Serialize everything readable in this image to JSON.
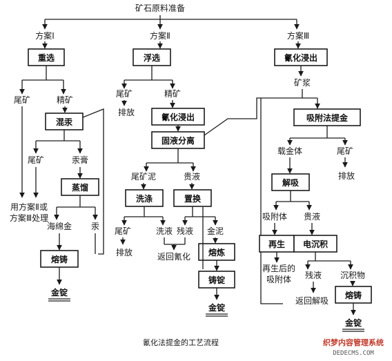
{
  "title": "矿石原料准备",
  "caption": "氰化法提金的工艺流程",
  "watermark": {
    "line1": "织梦内容管理系统",
    "line2": "DEDECMS.COM"
  },
  "scheme1": {
    "label": "方案Ⅰ",
    "gravity": "重选",
    "tailings": "尾矿",
    "concentrate": "精矿",
    "amalgamation": "混汞",
    "tailings2": "尾矿",
    "amalgam": "汞膏",
    "distill": "蒸馏",
    "use_for_line1": "用方案Ⅱ或",
    "use_for_line2": "方案Ⅲ处理",
    "sponge_gold": "海绵金",
    "mercury": "汞",
    "casting": "熔铸",
    "gold_ingot": "金锭"
  },
  "scheme2": {
    "label": "方案Ⅱ",
    "flotation": "浮选",
    "tailings": "尾矿",
    "concentrate": "精矿",
    "discharge": "排放",
    "cyanide_leach": "氰化浸出",
    "solid_liquid": "固液分离",
    "tail_mud": "尾矿泥",
    "pregnant": "贵液",
    "washing": "洗涤",
    "replacement": "置换",
    "tailings2": "尾矿",
    "wash_liquid": "洗液",
    "residue": "残液",
    "gold_mud": "金泥",
    "discharge2": "排放",
    "return_cyanide": "返回氰化",
    "smelting": "熔炼",
    "casting": "铸锭",
    "gold_ingot": "金锭"
  },
  "scheme3": {
    "label": "方案Ⅲ",
    "cyanide_leach": "氰化浸出",
    "slurry": "矿浆",
    "adsorption": "吸附法提金",
    "loaded": "载金体",
    "tailings": "尾矿",
    "discharge": "排放",
    "desorption": "解吸",
    "adsorbent": "吸附体",
    "pregnant": "贵液",
    "regenerate": "再生",
    "electrowin": "电沉积",
    "regen_adsorbent_line1": "再生后的",
    "regen_adsorbent_line2": "吸附体",
    "residue": "残液",
    "deposit": "沉积物",
    "return_desorb": "返回解吸",
    "casting": "熔铸",
    "gold_ingot": "金锭"
  }
}
